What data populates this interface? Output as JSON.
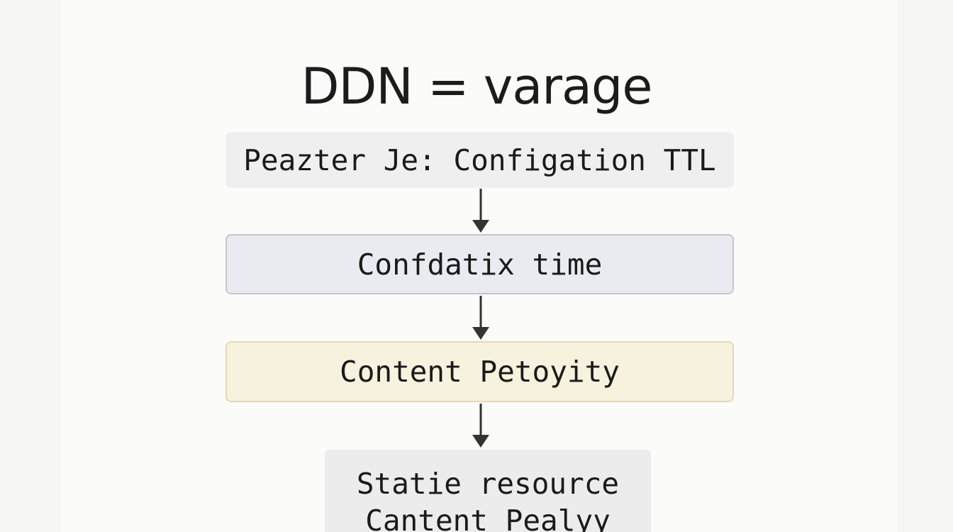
{
  "diagram": {
    "title": "DDN = varage",
    "steps": [
      {
        "label": "Peazter Je: Configation TTL",
        "fill": "#efefef"
      },
      {
        "label": "Confdatix time",
        "fill": "#e9ebf1"
      },
      {
        "label": "Content Petoyity",
        "fill": "#f6f2dd"
      },
      {
        "lines": [
          "Statie resource",
          "Cantent Pealyy"
        ],
        "fill": "#ececec"
      }
    ],
    "connector": {
      "type": "down-arrow",
      "color": "#333333"
    }
  }
}
